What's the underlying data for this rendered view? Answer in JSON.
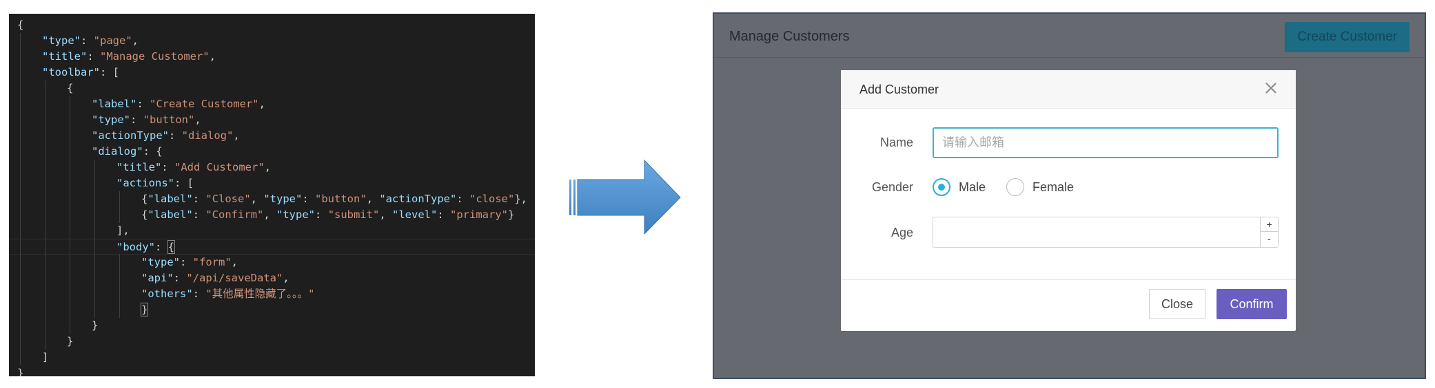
{
  "code": {
    "lines": [
      [
        [
          "p",
          "{"
        ]
      ],
      [
        [
          "k",
          "\"type\""
        ],
        [
          "p",
          ": "
        ],
        [
          "s",
          "\"page\""
        ],
        [
          "p",
          ","
        ]
      ],
      [
        [
          "k",
          "\"title\""
        ],
        [
          "p",
          ": "
        ],
        [
          "s",
          "\"Manage Customer\""
        ],
        [
          "p",
          ","
        ]
      ],
      [
        [
          "k",
          "\"toolbar\""
        ],
        [
          "p",
          ": ["
        ]
      ],
      [
        [
          "p",
          "{"
        ]
      ],
      [
        [
          "k",
          "\"label\""
        ],
        [
          "p",
          ": "
        ],
        [
          "s",
          "\"Create Customer\""
        ],
        [
          "p",
          ","
        ]
      ],
      [
        [
          "k",
          "\"type\""
        ],
        [
          "p",
          ": "
        ],
        [
          "s",
          "\"button\""
        ],
        [
          "p",
          ","
        ]
      ],
      [
        [
          "k",
          "\"actionType\""
        ],
        [
          "p",
          ": "
        ],
        [
          "s",
          "\"dialog\""
        ],
        [
          "p",
          ","
        ]
      ],
      [
        [
          "k",
          "\"dialog\""
        ],
        [
          "p",
          ": {"
        ]
      ],
      [
        [
          "k",
          "\"title\""
        ],
        [
          "p",
          ": "
        ],
        [
          "s",
          "\"Add Customer\""
        ],
        [
          "p",
          ","
        ]
      ],
      [
        [
          "k",
          "\"actions\""
        ],
        [
          "p",
          ": ["
        ]
      ],
      [
        [
          "p",
          "{"
        ],
        [
          "k",
          "\"label\""
        ],
        [
          "p",
          ": "
        ],
        [
          "s",
          "\"Close\""
        ],
        [
          "p",
          ", "
        ],
        [
          "k",
          "\"type\""
        ],
        [
          "p",
          ": "
        ],
        [
          "s",
          "\"button\""
        ],
        [
          "p",
          ", "
        ],
        [
          "k",
          "\"actionType\""
        ],
        [
          "p",
          ": "
        ],
        [
          "s",
          "\"close\""
        ],
        [
          "p",
          "},"
        ]
      ],
      [
        [
          "p",
          "{"
        ],
        [
          "k",
          "\"label\""
        ],
        [
          "p",
          ": "
        ],
        [
          "s",
          "\"Confirm\""
        ],
        [
          "p",
          ", "
        ],
        [
          "k",
          "\"type\""
        ],
        [
          "p",
          ": "
        ],
        [
          "s",
          "\"submit\""
        ],
        [
          "p",
          ", "
        ],
        [
          "k",
          "\"level\""
        ],
        [
          "p",
          ": "
        ],
        [
          "s",
          "\"primary\""
        ],
        [
          "p",
          "}"
        ]
      ],
      [
        [
          "p",
          "],"
        ]
      ],
      [
        [
          "k",
          "\"body\""
        ],
        [
          "p",
          ": "
        ],
        [
          "b",
          "{"
        ]
      ],
      [
        [
          "k",
          "\"type\""
        ],
        [
          "p",
          ": "
        ],
        [
          "s",
          "\"form\""
        ],
        [
          "p",
          ","
        ]
      ],
      [
        [
          "k",
          "\"api\""
        ],
        [
          "p",
          ": "
        ],
        [
          "s",
          "\"/api/saveData\""
        ],
        [
          "p",
          ","
        ]
      ],
      [
        [
          "k",
          "\"others\""
        ],
        [
          "p",
          ": "
        ],
        [
          "s",
          "\"其他属性隐藏了。。。\""
        ]
      ],
      [
        [
          "b",
          "}"
        ]
      ],
      [
        [
          "p",
          "}"
        ]
      ],
      [
        [
          "p",
          "}"
        ]
      ],
      [
        [
          "p",
          "]"
        ]
      ],
      [
        [
          "p",
          "}"
        ]
      ]
    ]
  },
  "ui": {
    "page_title": "Manage Customers",
    "create_button_label": "Create Customer",
    "modal": {
      "title": "Add Customer",
      "name_label": "Name",
      "name_placeholder": "请输入邮箱",
      "gender_label": "Gender",
      "gender_options": [
        "Male",
        "Female"
      ],
      "age_label": "Age",
      "stepper_up": "+",
      "stepper_down": "-",
      "close_label": "Close",
      "confirm_label": "Confirm"
    }
  },
  "colors": {
    "arrow_fill": "#5b9bd5",
    "confirm": "#6a5fc1",
    "focus": "#3fb0d6"
  }
}
